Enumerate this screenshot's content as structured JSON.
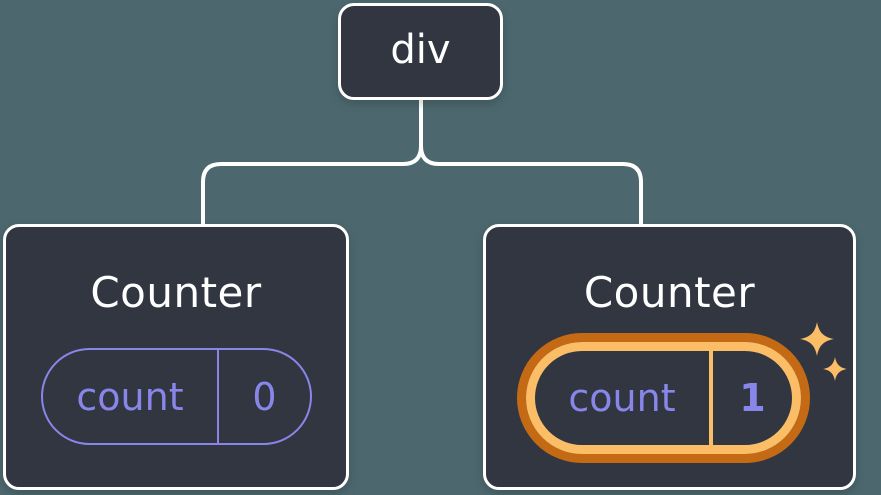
{
  "tree": {
    "root": {
      "label": "div"
    },
    "children": [
      {
        "title": "Counter",
        "state": {
          "key": "count",
          "value": "0"
        },
        "highlighted": false
      },
      {
        "title": "Counter",
        "state": {
          "key": "count",
          "value": "1"
        },
        "highlighted": true
      }
    ]
  },
  "icons": {
    "highlight": "sparkles-icon"
  },
  "colors": {
    "background": "#4c686e",
    "node_fill": "#313641",
    "node_border": "#ffffff",
    "connector_line": "#ffffff",
    "state_purple": "#8886e9",
    "highlight_orange_dark": "#c56a14",
    "highlight_orange_light": "#fbbd66",
    "title_text": "#ffffff"
  }
}
